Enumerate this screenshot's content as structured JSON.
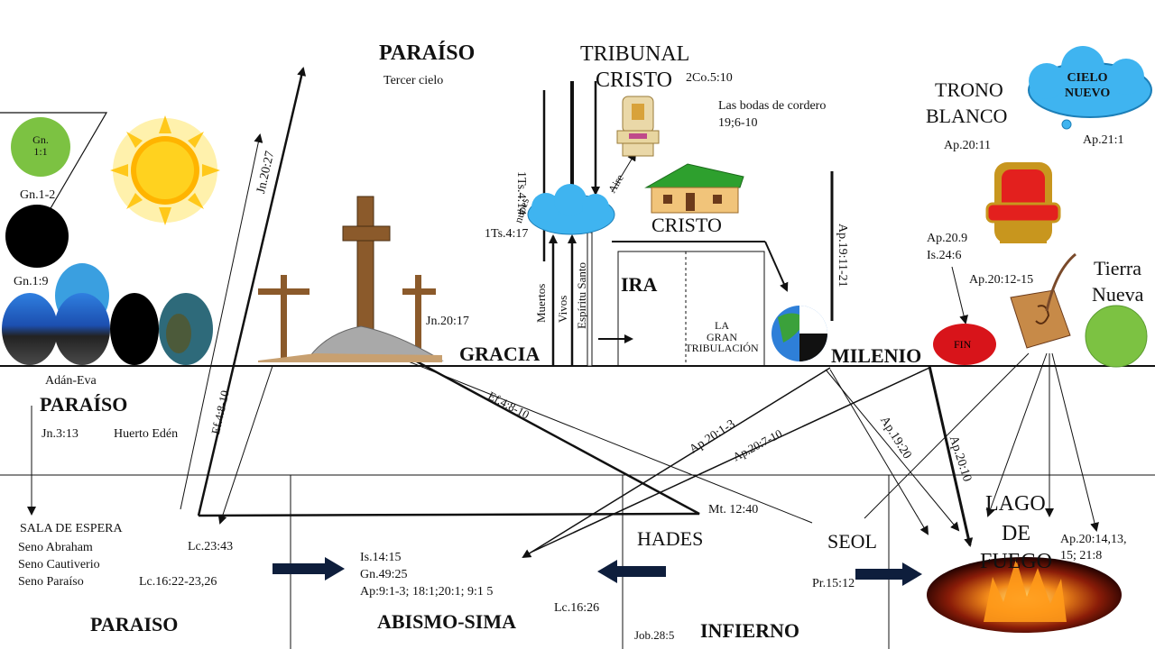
{
  "title_paraiso_top": "PARAÍSO",
  "tercer_cielo": "Tercer cielo",
  "tribunal": "TRIBUNAL",
  "cristo_top": "CRISTO",
  "ref_2co": "2Co.5:10",
  "bodas_line1": "Las bodas de cordero",
  "bodas_line2": "19;6-10",
  "cristo_mid": "CRISTO",
  "trono_line1": "TRONO",
  "trono_line2": "BLANCO",
  "ref_ap2011": "Ap.20:11",
  "cielo_nuevo_line1": "CIELO",
  "cielo_nuevo_line2": "NUEVO",
  "ref_ap211": "Ap.21:1",
  "gn11": "Gn.\n1:1",
  "gn12": "Gn.1-2",
  "gn19": "Gn.1:9",
  "adan_eva": "Adán-Eva",
  "paraiso_left": "PARAÍSO",
  "jn313": "Jn.3:13",
  "huerto": "Huerto Edén",
  "jn2027": "Jn.20:27",
  "ef48_left": "Ef.4:8-10",
  "ef48_mid": "Ef.4:8-10",
  "jn2017": "Jn.20:17",
  "ts414": "1Ts.4:14",
  "nubes": "nubes",
  "aire": "Aire",
  "ts417": "1Ts.4:17",
  "muertos": "Muertos",
  "vivos": "Vivos",
  "espiritu": "Espíritu Santo",
  "gracia": "GRACIA",
  "ira": "IRA",
  "gran_trib": "LA\nGRAN\nTRIBULACIÓN",
  "ap1911": "Ap.19:11-21",
  "milenio": "MILENIO",
  "ap209": "Ap.20.9",
  "is246": "Is.24:6",
  "ap2012": "Ap.20:12-15",
  "tierra_nueva_1": "Tierra",
  "tierra_nueva_2": "Nueva",
  "fin": "FIN",
  "ap2013": "Ap.20:1-3",
  "ap20710": "Ap.20:7-10",
  "ap1920": "Ap.19:20",
  "ap2010": "Ap.20:10",
  "lago_1": "LAGO",
  "lago_2": "DE",
  "lago_3": "FUEGO",
  "ap2014": "Ap.20:14,13,\n15; 21:8",
  "sala_espera": "SALA DE ESPERA",
  "seno_abraham": "Seno  Abraham",
  "seno_cautiverio": "Seno Cautiverio",
  "seno_paraiso": "Seno Paraíso",
  "lc2343": "Lc.23:43",
  "lc16": "Lc.16:22-23,26",
  "mt1240": "Mt. 12:40",
  "hades": "HADES",
  "seol": "SEOL",
  "is1415": "Is.14:15",
  "gn4925": "Gn.49:25",
  "ap91": "Ap:9:1-3; 18:1;20:1; 9:1 5",
  "lc1626": "Lc.16:26",
  "pr1512": "Pr.15:12",
  "paraiso_bottom": "PARAISO",
  "abismo": "ABISMO-SIMA",
  "job285": "Job.28:5",
  "infierno": "INFIERNO",
  "colors": {
    "sun": "#FFD21F",
    "cloud": "#3FB4F0",
    "earth_green": "#7CC242",
    "fin_red": "#D8141A",
    "arrow_navy": "#0E1E3C",
    "fire": "#F28A1A"
  }
}
